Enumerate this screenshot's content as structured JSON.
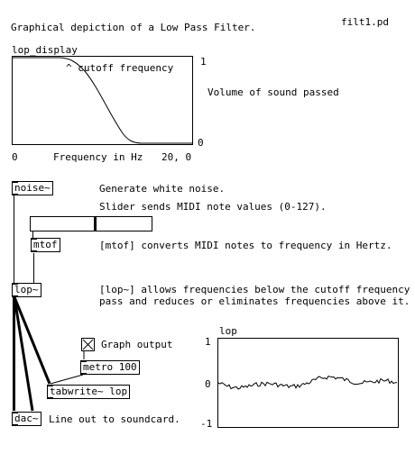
{
  "patch": {
    "title_comment": "Graphical depiction of a Low Pass Filter.",
    "filename": "filt1.pd"
  },
  "lop_display": {
    "name": "lop_display",
    "y_max": "1",
    "y_min": "0",
    "x_min": "0",
    "x_label": "Frequency in Hz",
    "x_readout": "20, 0",
    "cutoff_annotation": "^ cutoff frequency",
    "side_comment": "Volume of sound passed"
  },
  "objects": {
    "noise": "noise~",
    "mtof": "mtof",
    "lop": "lop~",
    "metro": "metro 100",
    "tabwrite": "tabwrite~ lop",
    "dac": "dac~"
  },
  "comments": {
    "noise": "Generate white noise.",
    "slider": "Slider sends MIDI note values (0-127).",
    "mtof": "[mtof] converts MIDI notes to frequency in Hertz.",
    "lop_line1": "[lop~] allows frequencies below the cutoff frequency to",
    "lop_line2": "pass and reduces or eliminates frequencies above it.",
    "toggle": "Graph output",
    "dac": "Line out to soundcard."
  },
  "slider": {
    "min": 0,
    "max": 127,
    "value": 68
  },
  "toggle": {
    "checked": true
  },
  "lop_graph": {
    "name": "lop",
    "y_max": "1",
    "y_mid": "0",
    "y_min": "-1"
  }
}
